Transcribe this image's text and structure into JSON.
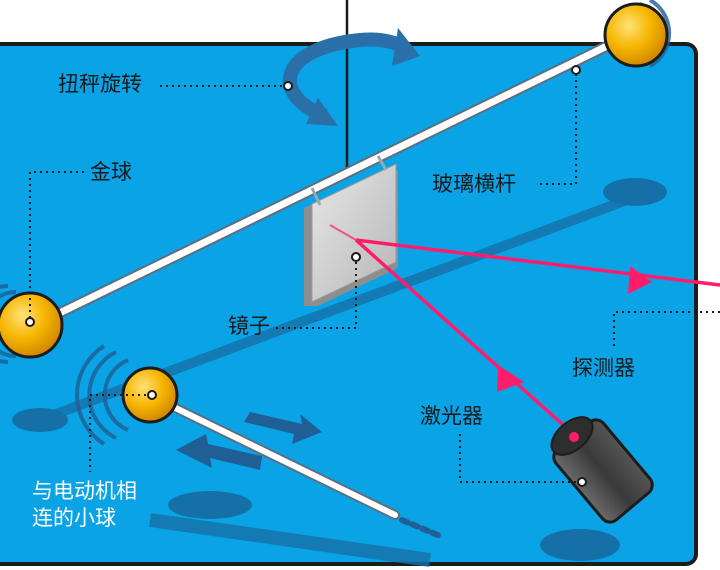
{
  "labels": {
    "torsion_rotation": "扭秤旋转",
    "gold_ball": "金球",
    "glass_rod": "玻璃横杆",
    "mirror": "镜子",
    "detector": "探测器",
    "laser": "激光器",
    "motor_ball_line1": "与电动机相",
    "motor_ball_line2": "连的小球"
  },
  "colors": {
    "panel": "#0aa3e6",
    "panel_border": "#1c1c1c",
    "shadow": "#1670a8",
    "ball": "#f7b500",
    "ball_highlight": "#ffe27a",
    "rod": "#ffffff",
    "mirror": "#cfcfcf",
    "laser_beam": "#ff1d6b",
    "rotation_arrow": "#2a6fa8",
    "laser_body": "#4a4a4a"
  },
  "icons": [
    "rotation-arrow-icon",
    "laser-device-icon",
    "motion-arrow-icon"
  ]
}
